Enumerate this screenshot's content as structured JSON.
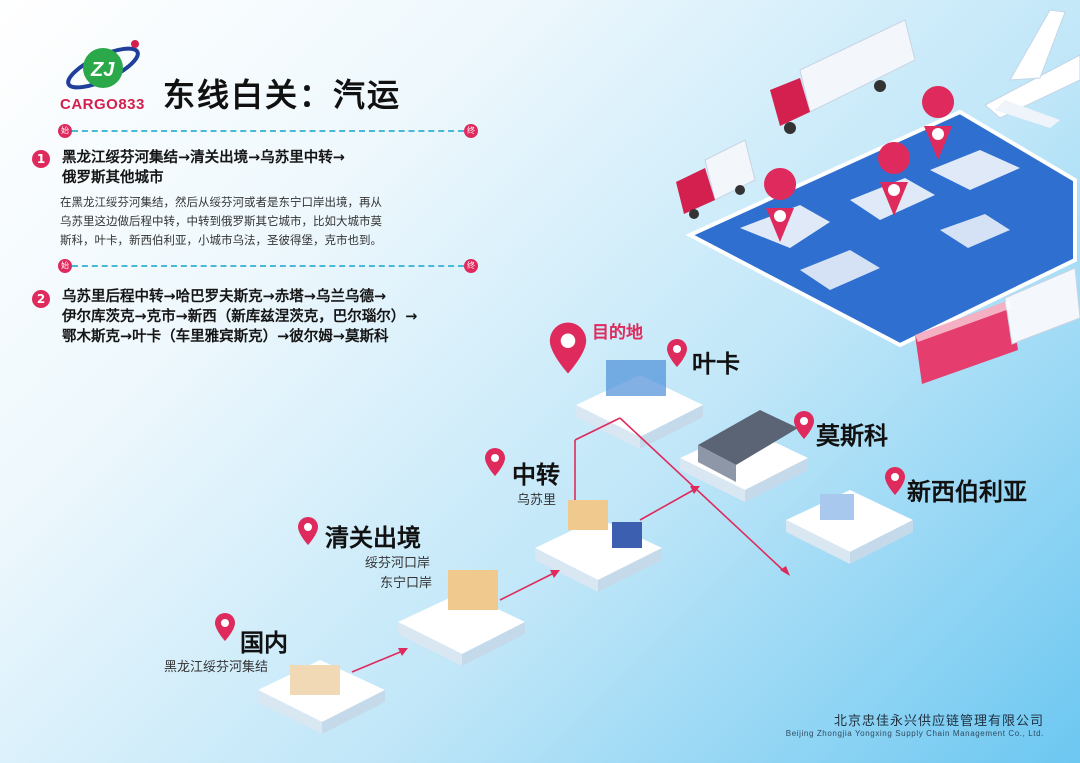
{
  "logo": {
    "text": "CARGO833",
    "icon": "zj-globe-logo"
  },
  "header": {
    "title": "东线白关：汽运"
  },
  "dividers": {
    "start": "始",
    "end": "终"
  },
  "sections": [
    {
      "number": "1",
      "route_line1": "黑龙江绥芬河集结→清关出境→乌苏里中转→",
      "route_line2": "俄罗斯其他城市",
      "desc_line1": "在黑龙江绥芬河集结，然后从绥芬河或者是东宁口岸出境，再从",
      "desc_line2": "乌苏里这边做后程中转，中转到俄罗斯其它城市，比如大城市莫",
      "desc_line3": "斯科，叶卡，新西伯利亚，小城市乌法，圣彼得堡，克市也到。"
    },
    {
      "number": "2",
      "route_line1": "乌苏里后程中转→哈巴罗夫斯克→赤塔→乌兰乌德→",
      "route_line2": "伊尔库茨克→克市→新西（新库兹涅茨克，巴尔瑙尔）→",
      "route_line3": "鄂木斯克→叶卡（车里雅宾斯克）→彼尔姆→莫斯科"
    }
  ],
  "stages": {
    "domestic": {
      "label": "国内",
      "sub": "黑龙江绥芬河集结"
    },
    "customs": {
      "label": "清关出境",
      "sub1": "绥芬河口岸",
      "sub2": "东宁口岸"
    },
    "transit": {
      "label": "中转",
      "sub": "乌苏里"
    },
    "destination": {
      "tag": "目的地"
    },
    "yeka": {
      "label": "叶卡"
    },
    "moscow": {
      "label": "莫斯科"
    },
    "novosibirsk": {
      "label": "新西伯利亚"
    }
  },
  "footer": {
    "company_cn": "北京忠佳永兴供应链管理有限公司",
    "company_en": "Beijing Zhongjia Yongxing Supply Chain Management Co., Ltd."
  },
  "colors": {
    "accent": "#de2a5c",
    "line": "#4ab8d8",
    "text": "#1c1c1c"
  }
}
